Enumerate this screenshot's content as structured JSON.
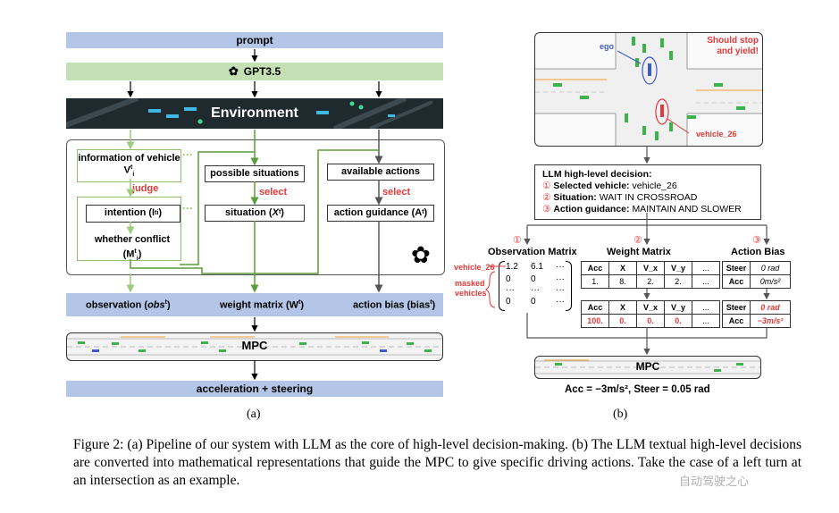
{
  "panel_a": {
    "prompt": "prompt",
    "gpt": "GPT3.5",
    "environment": "Environment",
    "info_vehicle": "information of vehicle V",
    "info_vehicle_sup": "t",
    "info_vehicle_sub": "i",
    "judge": "judge",
    "intention": "intention (I",
    "intention_tail": ")",
    "whether_conflict": "whether conflict",
    "conflict_sym": "(M",
    "conflict_tail": ")",
    "possible_situations": "possible situations",
    "select1": "select",
    "situation": "situation (",
    "situation_sym": "X",
    "situation_tail": ")",
    "available_actions": "available actions",
    "select2": "select",
    "action_guidance": "action guidance (A",
    "action_guidance_tail": ")",
    "observation": "observation (",
    "observation_sym": "obs",
    "observation_tail": ")",
    "weight_matrix": "weight matrix (W",
    "weight_matrix_tail": ")",
    "action_bias": "action bias (bias",
    "action_bias_tail": ")",
    "sup_t": "t",
    "sub_i": "i",
    "mpc": "MPC",
    "accel_steer": "acceleration + steering",
    "dots": "···",
    "label": "(a)"
  },
  "panel_b": {
    "ego": "ego",
    "warning": "Should stop and yield!",
    "vehicle26": "vehicle_26",
    "decision_title": "LLM high-level decision:",
    "d1_num": "①",
    "d1_key": "Selected vehicle:",
    "d1_val": "vehicle_26",
    "d2_num": "②",
    "d2_key": "Situation:",
    "d2_val": "WAIT IN CROSSROAD",
    "d3_num": "③",
    "d3_key": "Action guidance:",
    "d3_val": "MAINTAIN AND SLOWER",
    "obs_num": "①",
    "obs_title": "Observation Matrix",
    "wm_num": "②",
    "wm_title": "Weight Matrix",
    "ab_num": "③",
    "ab_title": "Action Bias",
    "vehicle26_row": "vehicle_26",
    "masked": "masked vehicles",
    "matrix_rows": [
      [
        "1.2",
        "6.1",
        "···"
      ],
      [
        "0",
        "0",
        "···"
      ],
      [
        "···",
        "···",
        "···"
      ],
      [
        "0",
        "0",
        "···"
      ]
    ],
    "wm_header": [
      "Acc",
      "X",
      "V_x",
      "V_y",
      "..."
    ],
    "wm_before": [
      "1.",
      "8.",
      "2.",
      "2.",
      "..."
    ],
    "wm_after": [
      "100.",
      "0.",
      "0.",
      "0.",
      "..."
    ],
    "ab_before": [
      [
        "Steer",
        "0 rad"
      ],
      [
        "Acc",
        "0m/s²"
      ]
    ],
    "ab_after": [
      [
        "Steer",
        "0 rad"
      ],
      [
        "Acc",
        "−3m/s²"
      ]
    ],
    "mpc": "MPC",
    "result": "Acc = −3m/s², Steer = 0.05 rad",
    "label": "(b)"
  },
  "caption": "Figure 2: (a) Pipeline of our system with LLM as the core of high-level decision-making. (b) The LLM textual high-level decisions are converted into mathematical representations that guide the MPC to give specific driving actions. Take the case of a left turn at an intersection as an example.",
  "watermark": "自动驾驶之心",
  "colors": {
    "blue_bar": "#b3c6e7",
    "green_bar": "#c5e0b4",
    "env": "#1f2a2e",
    "red": "#e23a3a",
    "arrow_green": "#5a9e3a"
  }
}
